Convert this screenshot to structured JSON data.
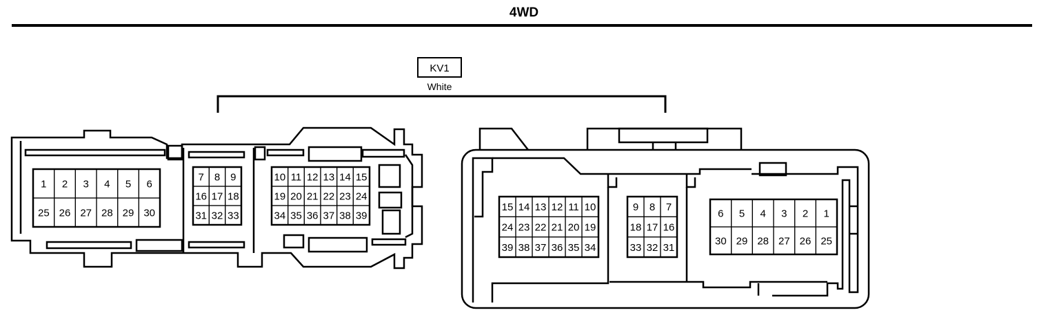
{
  "header": {
    "title": "4WD"
  },
  "connector": {
    "code": "KV1",
    "color": "White"
  },
  "male_view": {
    "block_a": {
      "rows": [
        [
          "1",
          "2",
          "3",
          "4",
          "5",
          "6"
        ],
        [
          "25",
          "26",
          "27",
          "28",
          "29",
          "30"
        ]
      ]
    },
    "block_b": {
      "rows": [
        [
          "7",
          "8",
          "9"
        ],
        [
          "16",
          "17",
          "18"
        ],
        [
          "31",
          "32",
          "33"
        ]
      ]
    },
    "block_c": {
      "rows": [
        [
          "10",
          "11",
          "12",
          "13",
          "14",
          "15"
        ],
        [
          "19",
          "20",
          "21",
          "22",
          "23",
          "24"
        ],
        [
          "34",
          "35",
          "36",
          "37",
          "38",
          "39"
        ]
      ]
    }
  },
  "female_view": {
    "block_a": {
      "rows": [
        [
          "15",
          "14",
          "13",
          "12",
          "11",
          "10"
        ],
        [
          "24",
          "23",
          "22",
          "21",
          "20",
          "19"
        ],
        [
          "39",
          "38",
          "37",
          "36",
          "35",
          "34"
        ]
      ]
    },
    "block_b": {
      "rows": [
        [
          "9",
          "8",
          "7"
        ],
        [
          "18",
          "17",
          "16"
        ],
        [
          "33",
          "32",
          "31"
        ]
      ]
    },
    "block_c": {
      "rows": [
        [
          "6",
          "5",
          "4",
          "3",
          "2",
          "1"
        ],
        [
          "30",
          "29",
          "28",
          "27",
          "26",
          "25"
        ]
      ]
    }
  }
}
